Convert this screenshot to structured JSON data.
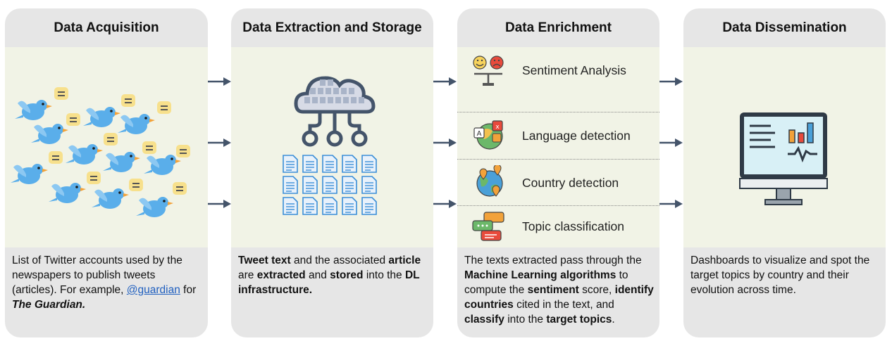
{
  "cards": [
    {
      "title": "Data Acquisition",
      "desc": {
        "p1": "List of Twitter accounts used by the newspapers to publish tweets (articles). For example, ",
        "link": "@guardian",
        "p2": " for ",
        "bold_italic": "The Guardian."
      }
    },
    {
      "title": "Data Extraction and Storage",
      "desc": {
        "b1": "Tweet text",
        "t1": " and the associated ",
        "b2": "article",
        "t2": " are ",
        "b3": "extracted",
        "t3": " and ",
        "b4": "stored",
        "t4": " into the ",
        "b5": "DL infrastructure."
      }
    },
    {
      "title": "Data Enrichment",
      "items": [
        {
          "label": "Sentiment Analysis",
          "icon": "sentiment-scale-icon"
        },
        {
          "label": "Language detection",
          "icon": "language-map-icon"
        },
        {
          "label": "Country detection",
          "icon": "globe-pin-icon"
        },
        {
          "label": "Topic classification",
          "icon": "chat-bubbles-icon"
        }
      ],
      "desc": {
        "t1": "The texts extracted pass through the ",
        "b1": "Machine Learning algorithms",
        "t2": " to compute the ",
        "b2": "sentiment",
        "t3": " score, ",
        "b3": "identify countries",
        "t4": " cited in the text, and ",
        "b4": "classify",
        "t5": " into the ",
        "b5": "target topics",
        "t6": "."
      }
    },
    {
      "title": "Data Dissemination",
      "desc": {
        "t1": "Dashboards to visualize and spot the target topics by country and their evolution across time."
      }
    }
  ],
  "colors": {
    "card_bg": "#e6e6e6",
    "panel_bg": "#f1f3e6",
    "arrow": "#44546a",
    "link": "#1f5fbf",
    "twitter_blue": "#5aaeea",
    "doc_blue": "#3a8ed8"
  }
}
